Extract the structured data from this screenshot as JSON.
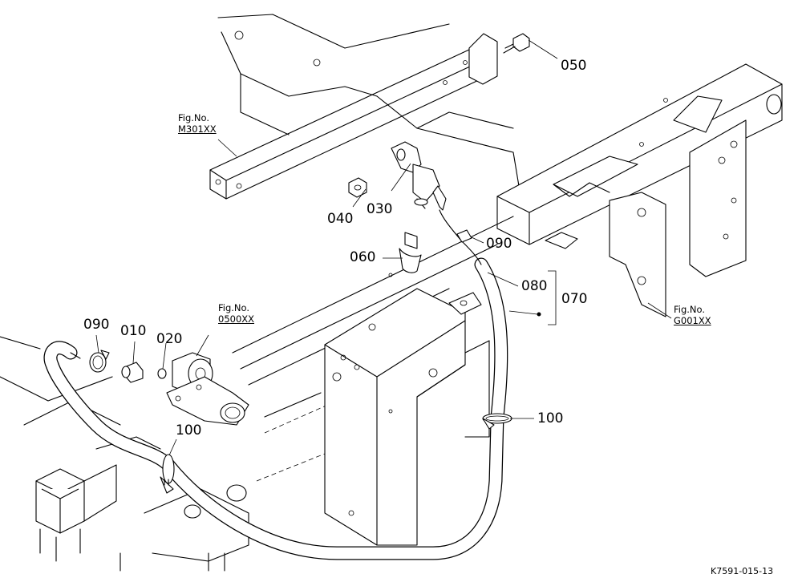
{
  "labels": {
    "p050": "050",
    "p040": "040",
    "p030": "030",
    "p060": "060",
    "p090_top": "090",
    "p080": "080",
    "p070": "070",
    "p090_left": "090",
    "p010": "010",
    "p020": "020",
    "p100_right": "100",
    "p100_bottom": "100"
  },
  "fig_refs": {
    "m301": {
      "caption": "Fig.No.",
      "number": "M301XX"
    },
    "g001": {
      "caption": "Fig.No.",
      "number": "G001XX"
    },
    "e0500": {
      "caption": "Fig.No.",
      "number": "0500XX"
    }
  },
  "diagram_code": "K7591-015-13"
}
